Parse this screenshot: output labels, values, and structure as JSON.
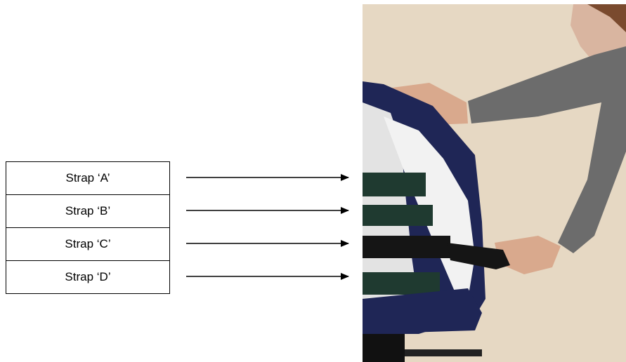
{
  "straps": [
    {
      "label": "Strap ‘A’"
    },
    {
      "label": "Strap ‘B’"
    },
    {
      "label": "Strap ‘C’"
    },
    {
      "label": "Strap ‘D’"
    }
  ],
  "colors": {
    "background_wall": "#e6d8c3",
    "chair_fabric": "#1f2656",
    "sleeve_gray": "#6c6c6c",
    "strap_green": "#1f3a30",
    "liner_white": "#f2f2f2"
  }
}
